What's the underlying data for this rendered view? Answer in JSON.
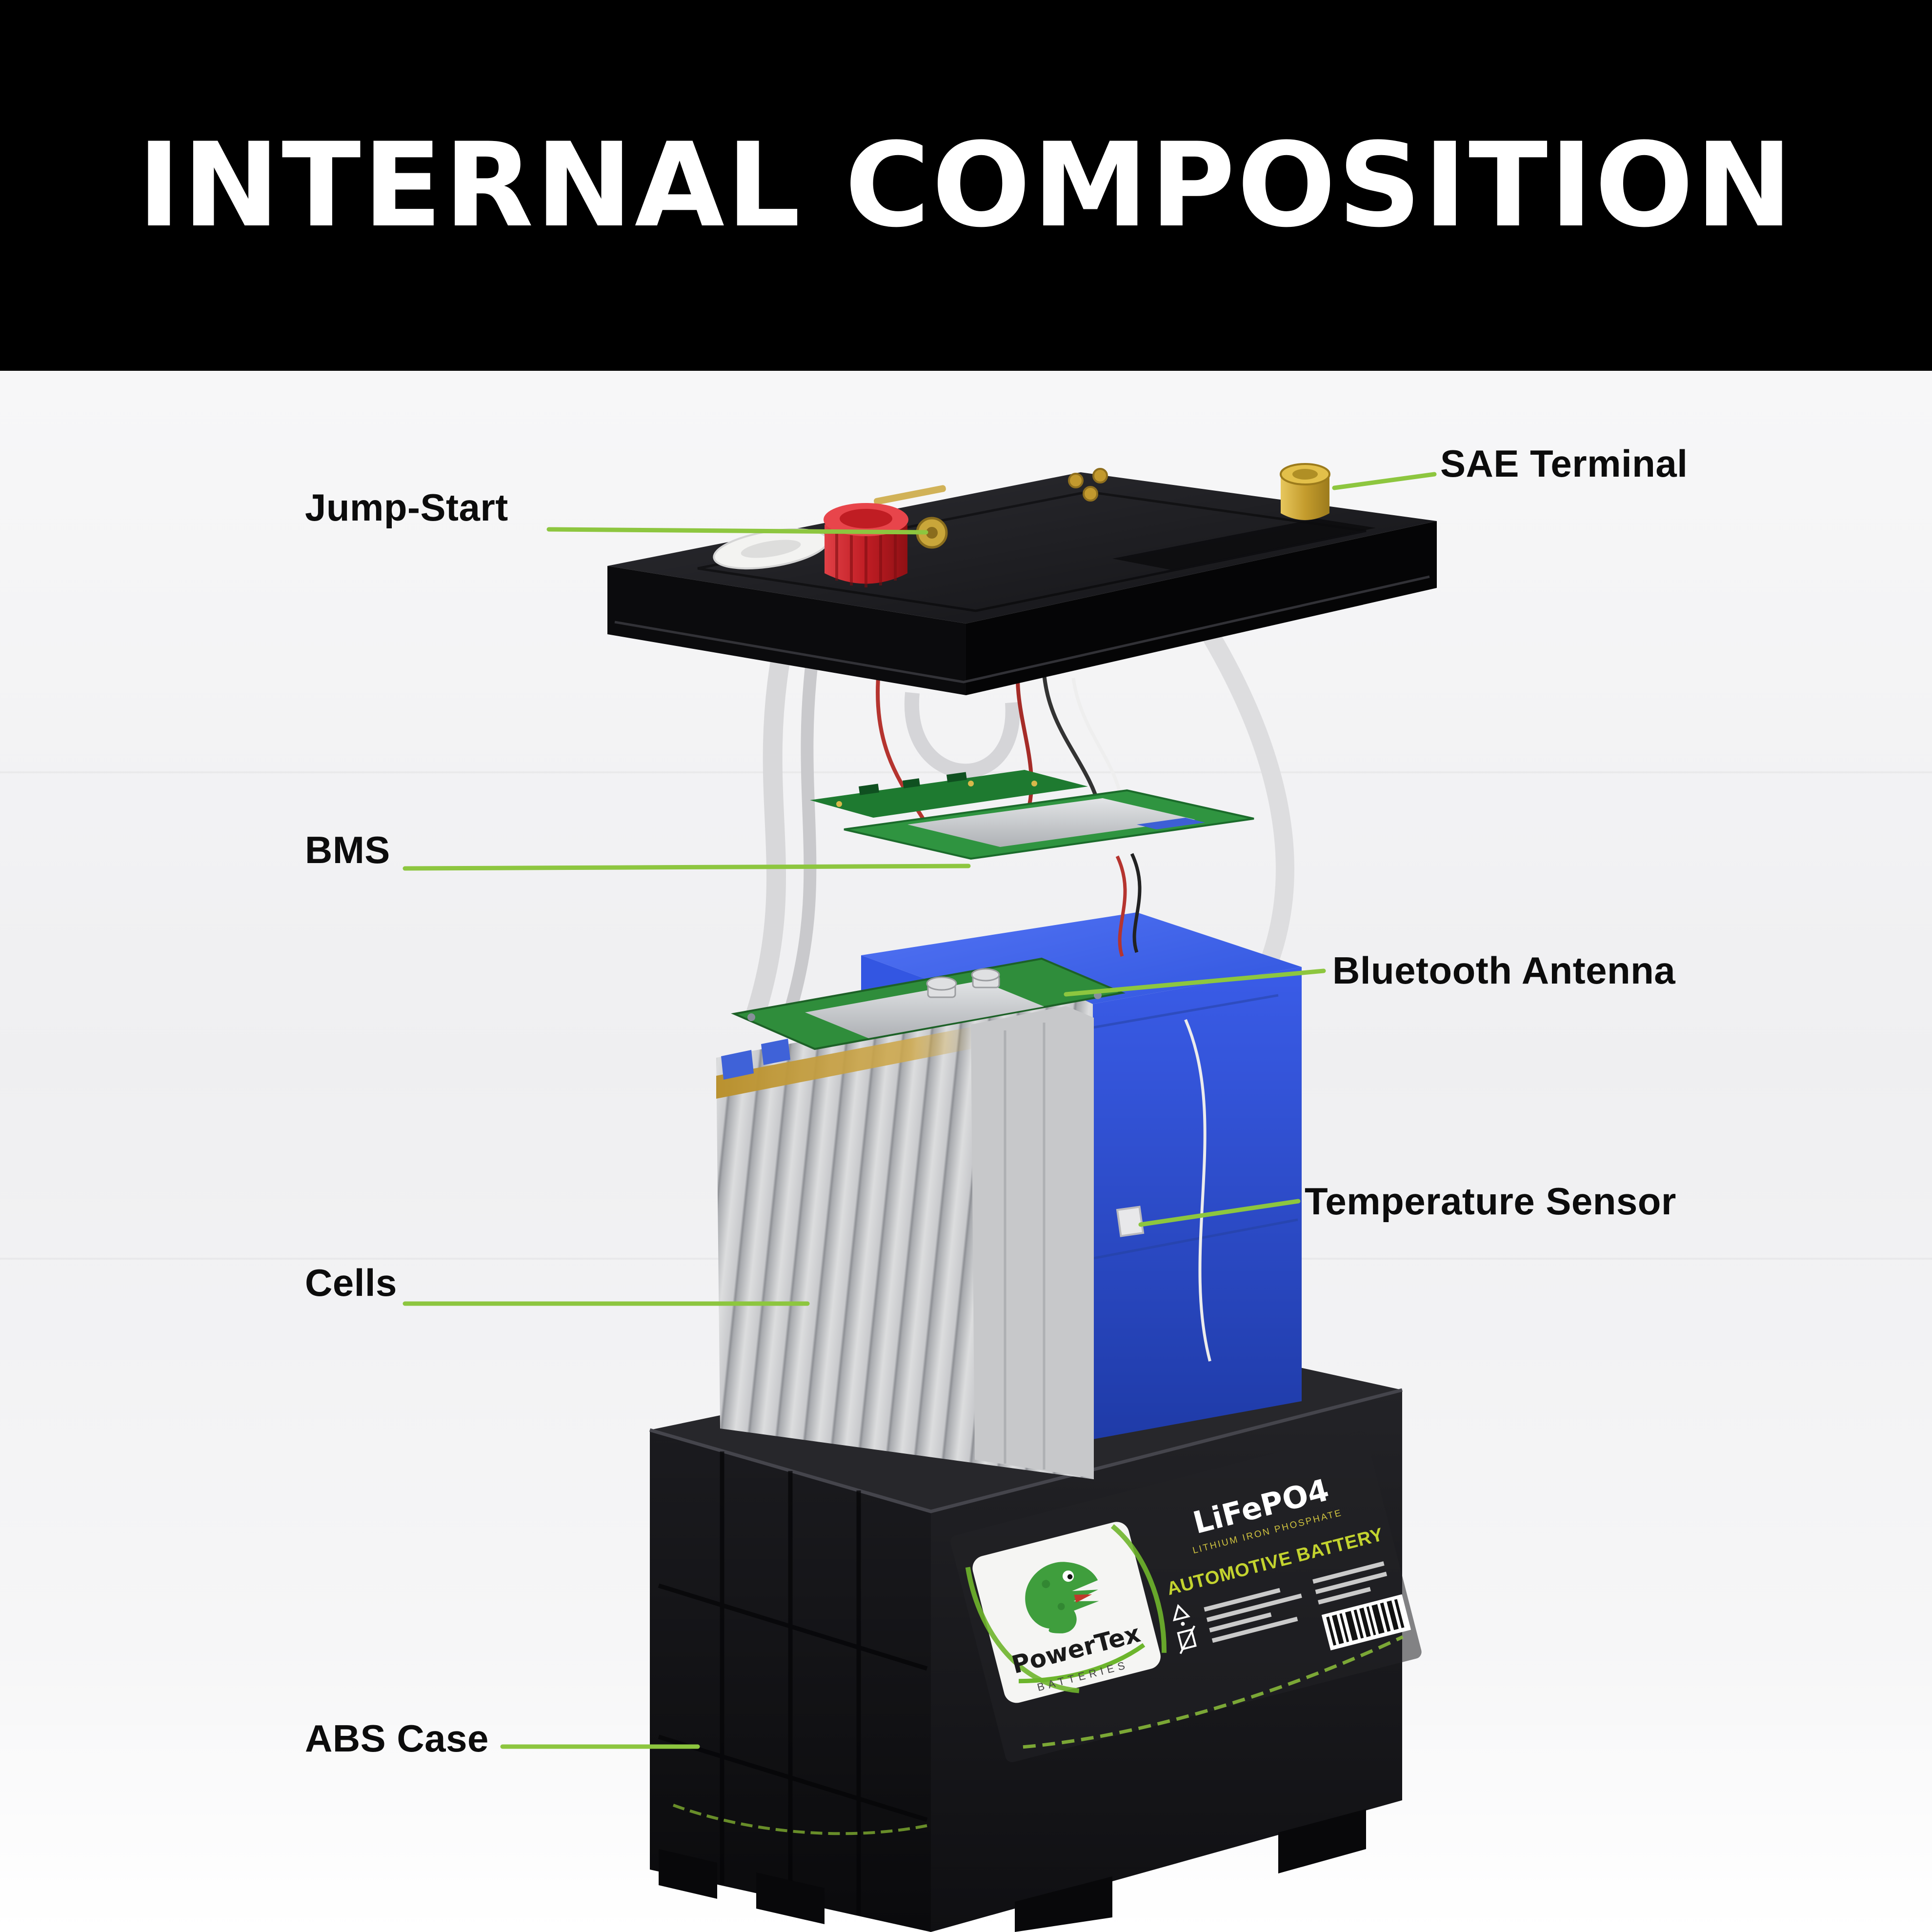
{
  "title": "INTERNAL COMPOSITION",
  "colors": {
    "accent_green": "#8dc63f",
    "banner_black": "#000000",
    "pack_blue": "#3356e2",
    "case_black": "#141417",
    "knob_red": "#c8242a",
    "terminal_gold": "#cfa63b"
  },
  "callouts": {
    "jump_start": {
      "label": "Jump-Start"
    },
    "sae_terminal": {
      "label": "SAE Terminal"
    },
    "bms": {
      "label": "BMS"
    },
    "bluetooth_antenna": {
      "label": "Bluetooth Antenna"
    },
    "temperature_sensor": {
      "label": "Temperature Sensor"
    },
    "cells": {
      "label": "Cells"
    },
    "abs_case": {
      "label": "ABS Case"
    }
  },
  "battery_label": {
    "brand": "PowerTex",
    "brand_sub": "BATTERIES",
    "chemistry": "LiFePO4",
    "chemistry_sub": "LITHIUM IRON PHOSPHATE",
    "product": "AUTOMOTIVE BATTERY"
  }
}
